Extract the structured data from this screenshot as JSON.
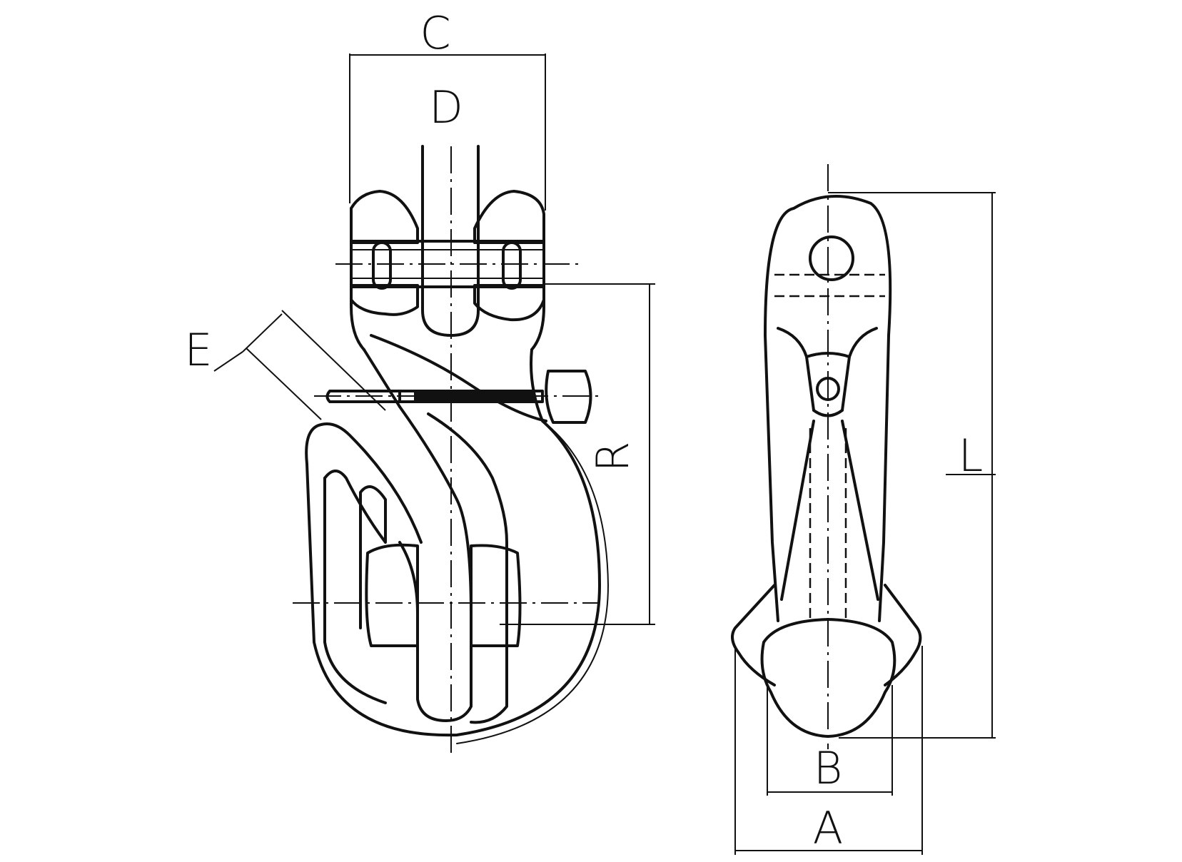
{
  "figure": {
    "labels": {
      "a": "A",
      "b": "B",
      "c": "C",
      "d": "D",
      "e": "E",
      "l": "L",
      "r": "R"
    }
  }
}
